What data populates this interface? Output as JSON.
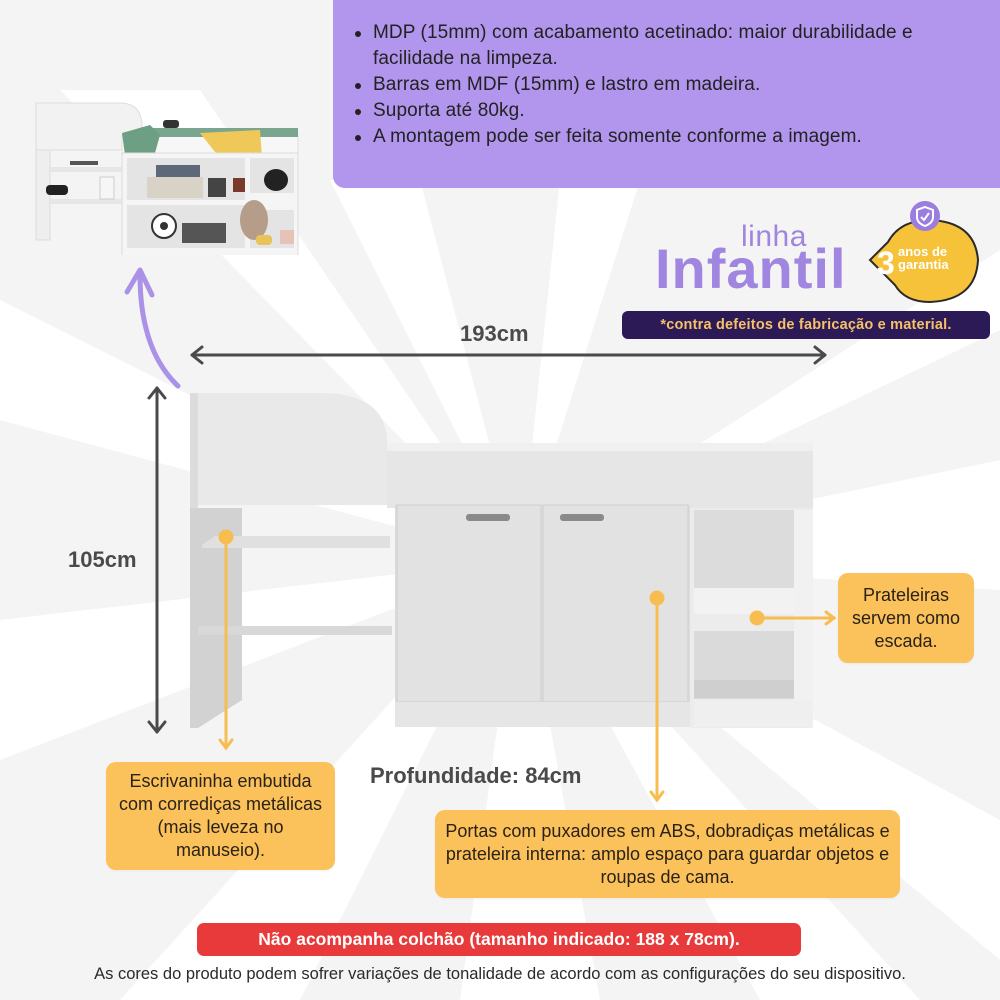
{
  "features": {
    "items": [
      "MDP (15mm) com acabamento acetinado: maior durabilidade e facilidade na limpeza.",
      "Barras em MDF (15mm) e lastro em madeira.",
      "Suporta até 80kg.",
      "A montagem pode ser feita somente conforme a imagem."
    ]
  },
  "brand": {
    "line_prefix": "linha",
    "line_name": "Infantil",
    "warranty_number": "3",
    "warranty_text_1": "anos de",
    "warranty_text_2": "garantia",
    "warranty_icon": "shield-check-icon",
    "disclaimer": "*contra defeitos de fabricação e material."
  },
  "dimensions": {
    "width": "193cm",
    "height": "105cm",
    "depth": "Profundidade: 84cm"
  },
  "callouts": {
    "shelves": "Prateleiras servem como escada.",
    "desk": "Escrivaninha embutida com corrediças metálicas (mais leveza no manuseio).",
    "doors": "Portas com puxadores em ABS, dobradiças metálicas e prateleira interna: amplo espaço para guardar objetos e roupas de cama."
  },
  "notes": {
    "mattress": "Não acompanha colchão (tamanho indicado: 188 x 78cm).",
    "colors": "As cores do produto podem sofrer variações de tonalidade de acordo com as configurações do seu dispositivo."
  },
  "colors": {
    "feature_bg": "#b295ec",
    "brand_purple": "#a086e0",
    "callout_yellow": "#fbc15a",
    "badge_dark": "#2b1a55",
    "badge_text": "#f6c16a",
    "alert_red": "#e83a3a",
    "dimension_gray": "#4a4a4a"
  }
}
